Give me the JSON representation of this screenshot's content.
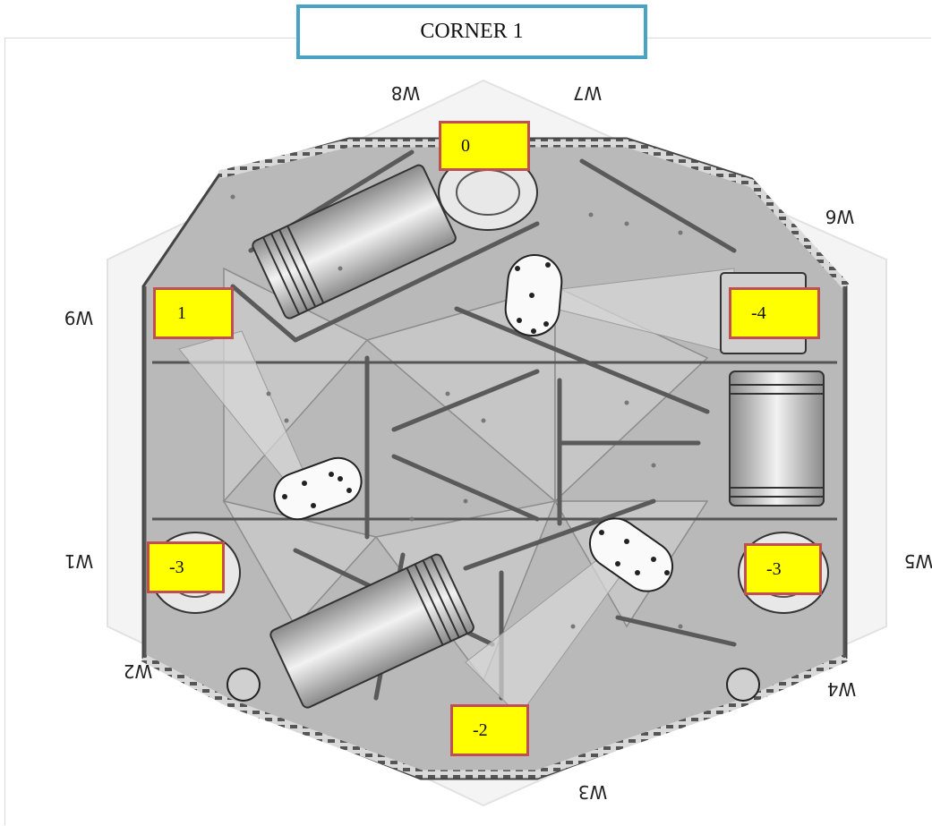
{
  "header": {
    "title": "CORNER 1"
  },
  "markers": [
    {
      "id": "top",
      "value": "0"
    },
    {
      "id": "left-upper",
      "value": "1"
    },
    {
      "id": "right-upper",
      "value": "-4"
    },
    {
      "id": "left-lower",
      "value": "-3"
    },
    {
      "id": "right-lower",
      "value": "-3"
    },
    {
      "id": "bottom",
      "value": "-2"
    }
  ],
  "w_labels": [
    "W8",
    "W7",
    "W6",
    "W9",
    "W1",
    "W5",
    "W2",
    "W4",
    "W3"
  ],
  "colors": {
    "marker_fill": "#ffff00",
    "marker_border": "#c0504d",
    "title_border": "#4aa3c4",
    "plate": "#b8b8b8"
  }
}
